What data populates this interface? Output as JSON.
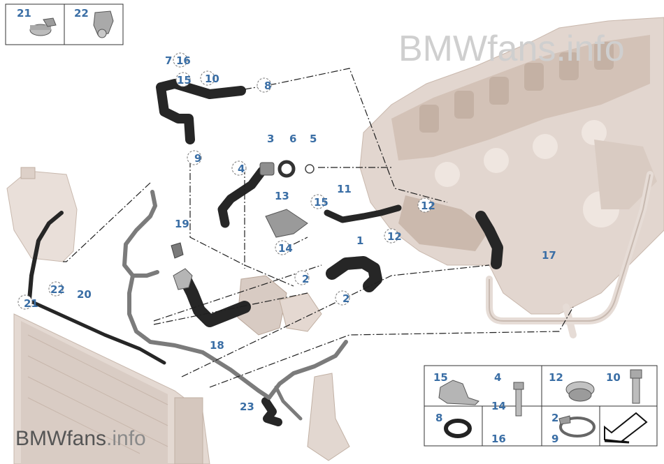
{
  "watermark_top": "BMWfans.info",
  "watermark_bottom": {
    "brand": "BMWfans",
    "suffix": ".info"
  },
  "callouts": {
    "c21_box": "21",
    "c22_box": "22",
    "c7": "7",
    "c16": "16",
    "c15_top": "15",
    "c10_top": "10",
    "c8_top": "8",
    "c9": "9",
    "c3": "3",
    "c6": "6",
    "c5": "5",
    "c4_mid": "4",
    "c13": "13",
    "c11": "11",
    "c15_mid": "15",
    "c12_right": "12",
    "c12_mid": "12",
    "c14_mid": "14",
    "c1": "1",
    "c19": "19",
    "c2_a": "2",
    "c2_b": "2",
    "c17": "17",
    "c22_left": "22",
    "c20": "20",
    "c21_left": "21",
    "c18": "18",
    "c23": "23"
  },
  "parts_table": {
    "cells": {
      "p15": "15",
      "p4": "4",
      "p12": "12",
      "p10": "10",
      "p14": "14",
      "p8": "8",
      "p2": "2",
      "p16": "16",
      "p9": "9"
    }
  },
  "colors": {
    "callout": "#3a6ea5",
    "engine": "#d8c9c0",
    "hose": "#2a2a2a"
  }
}
